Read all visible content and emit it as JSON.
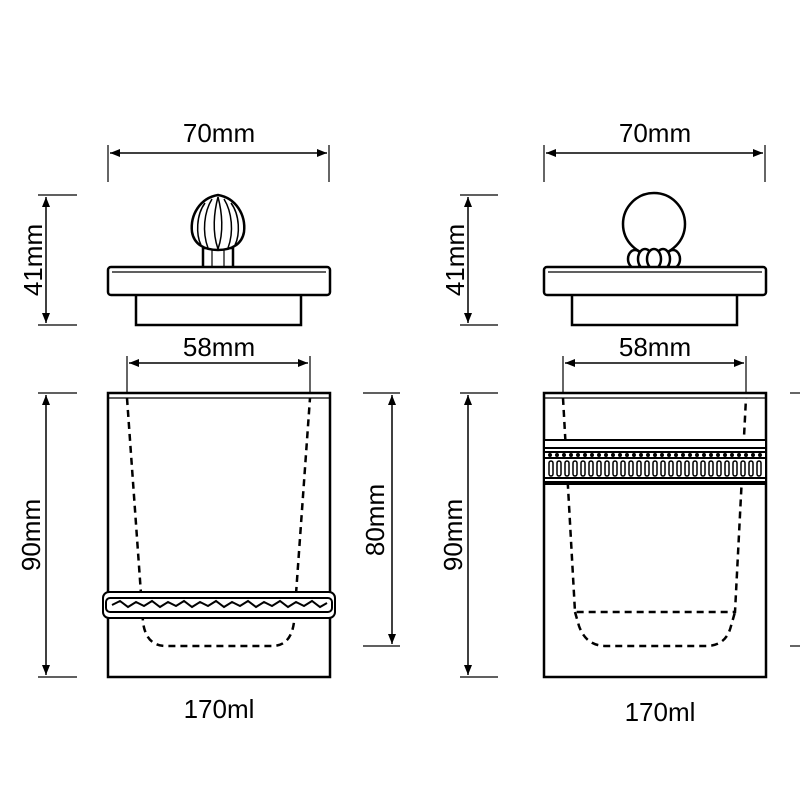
{
  "left": {
    "lid_width": "70mm",
    "lid_height": "41mm",
    "inner_width": "58mm",
    "body_height": "90mm",
    "inner_height": "80mm",
    "capacity": "170ml"
  },
  "right": {
    "lid_width": "70mm",
    "lid_height": "41mm",
    "inner_width": "58mm",
    "body_height": "90mm",
    "capacity": "170ml"
  }
}
